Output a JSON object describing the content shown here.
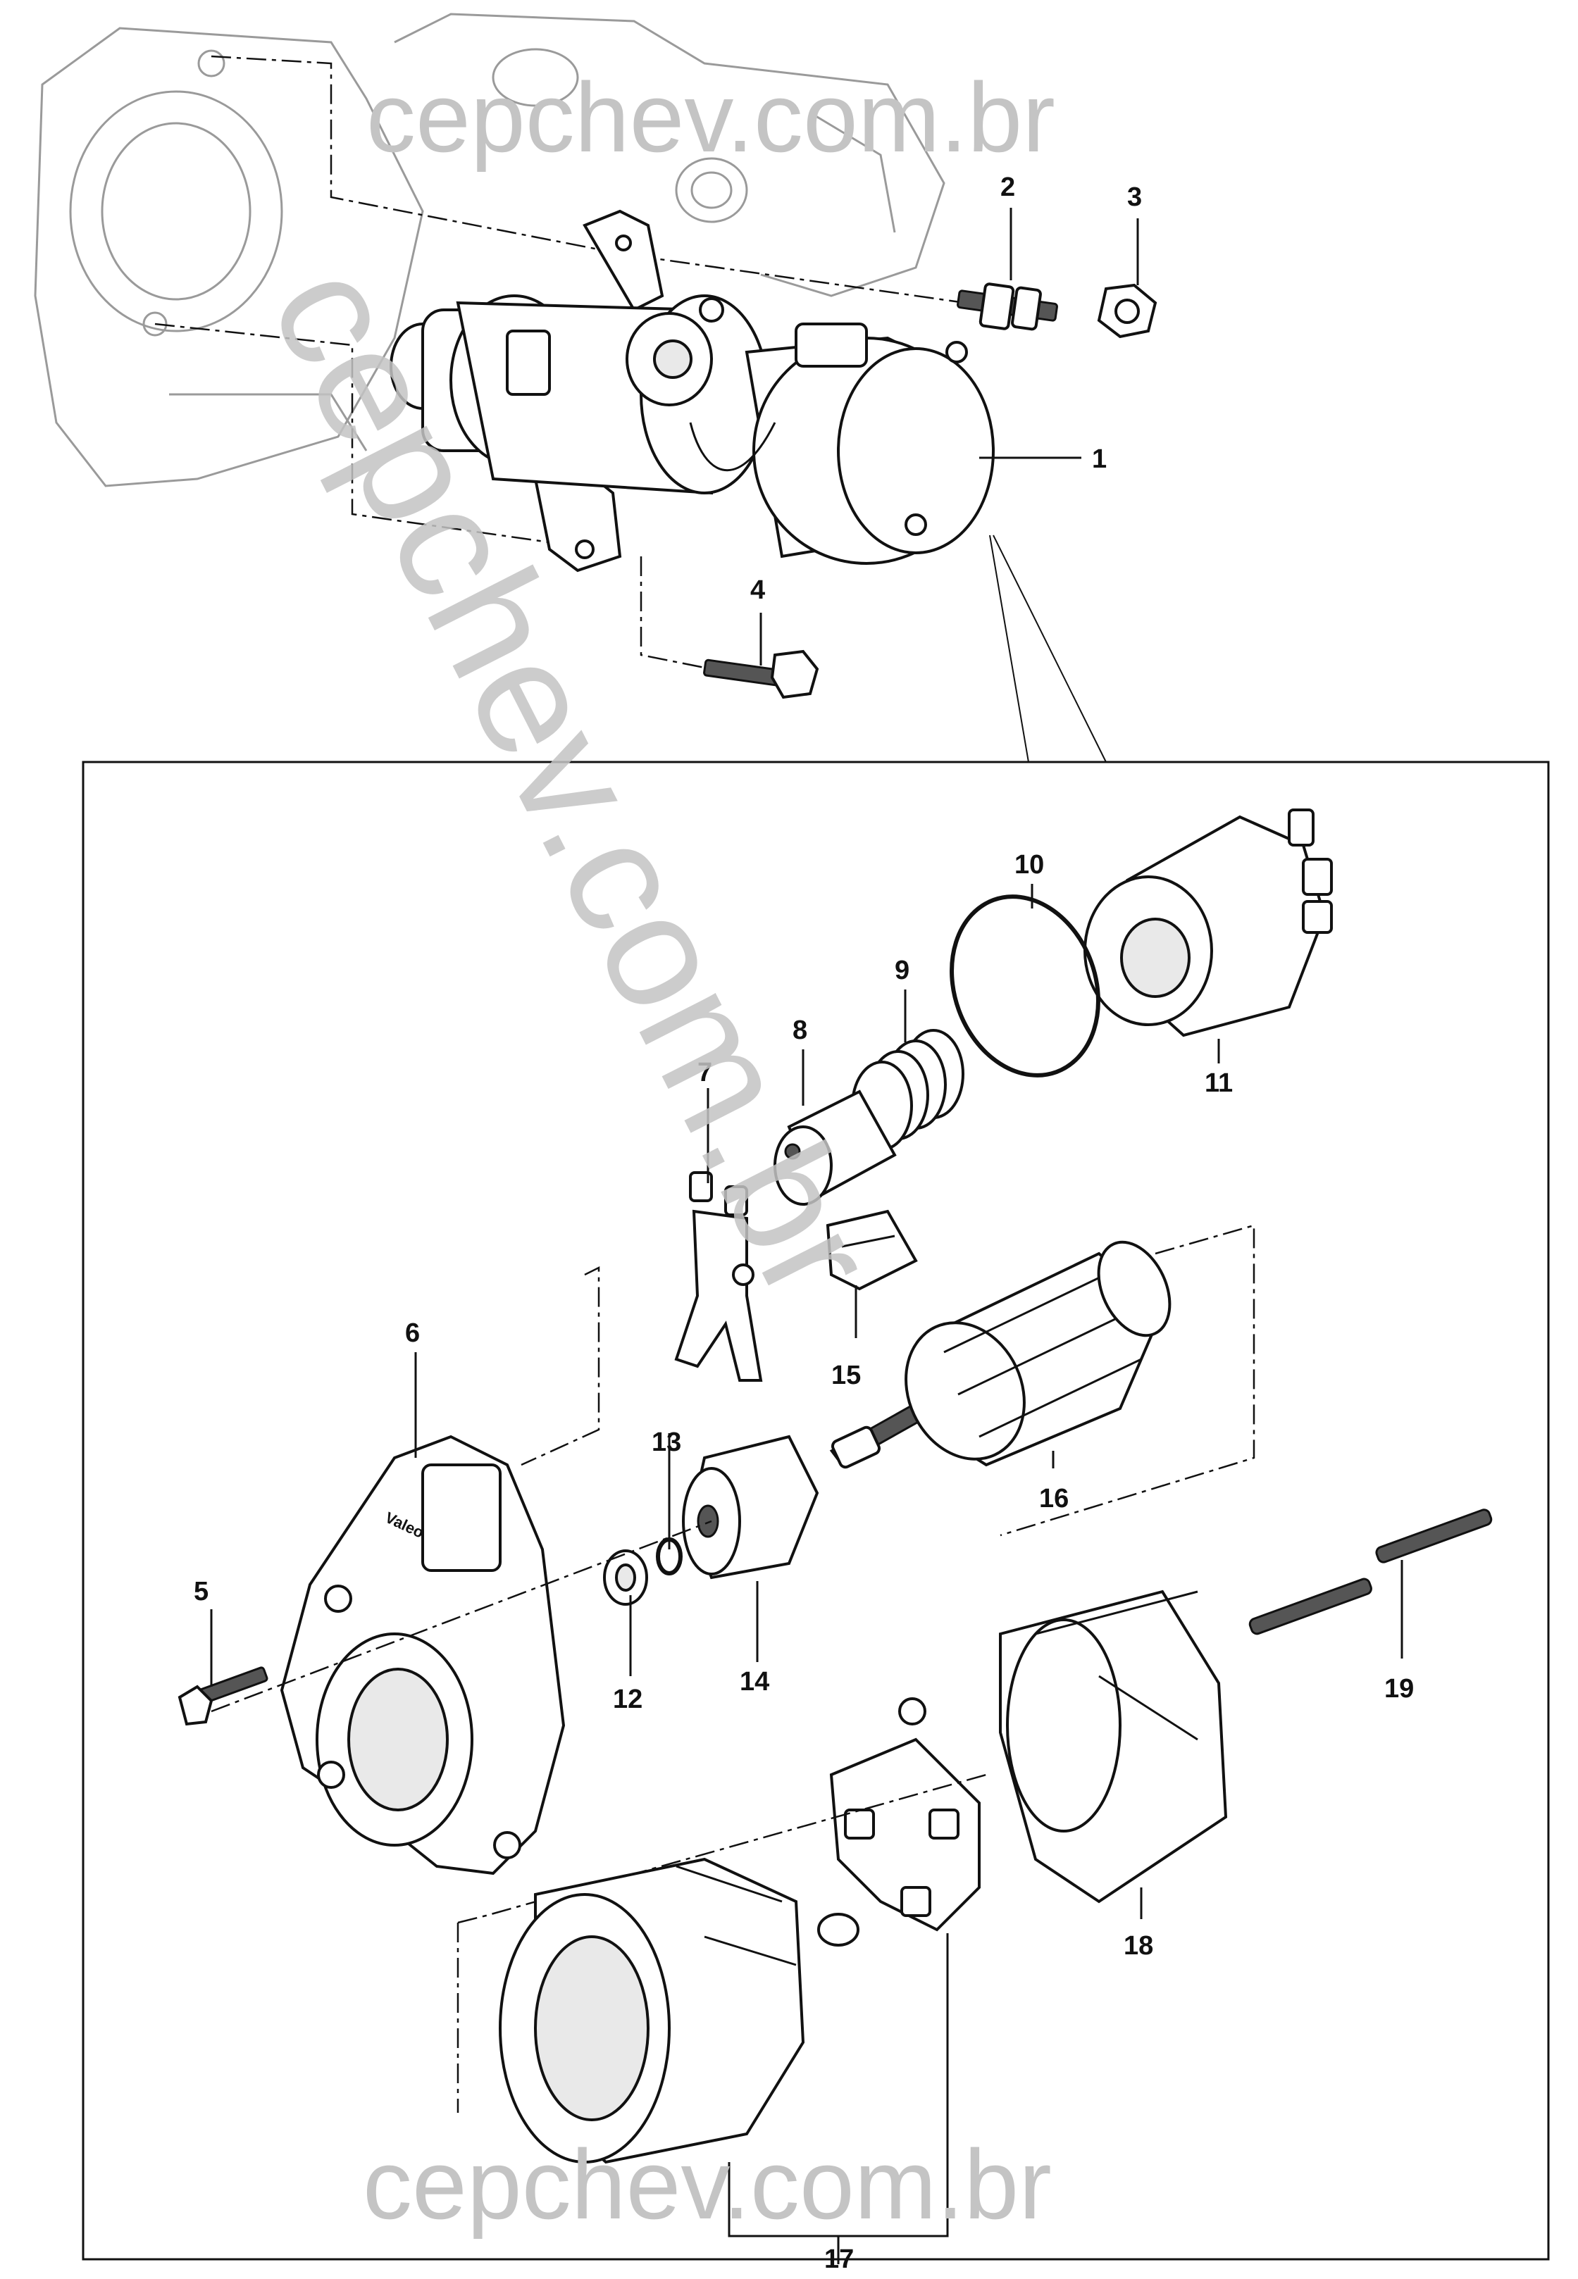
{
  "diagram": {
    "watermark_top": "cepchev.com.br",
    "watermark_diagonal": "cepchev.com.br",
    "watermark_bottom": "cepchev.com.br",
    "brand_mark": "Valeo",
    "callouts": [
      {
        "id": "1",
        "label": "1"
      },
      {
        "id": "2",
        "label": "2"
      },
      {
        "id": "3",
        "label": "3"
      },
      {
        "id": "4",
        "label": "4"
      },
      {
        "id": "5",
        "label": "5"
      },
      {
        "id": "6",
        "label": "6"
      },
      {
        "id": "7",
        "label": "7"
      },
      {
        "id": "8",
        "label": "8"
      },
      {
        "id": "9",
        "label": "9"
      },
      {
        "id": "10",
        "label": "10"
      },
      {
        "id": "11",
        "label": "11"
      },
      {
        "id": "12",
        "label": "12"
      },
      {
        "id": "13",
        "label": "13"
      },
      {
        "id": "14",
        "label": "14"
      },
      {
        "id": "15",
        "label": "15"
      },
      {
        "id": "16",
        "label": "16"
      },
      {
        "id": "17",
        "label": "17"
      },
      {
        "id": "18",
        "label": "18"
      },
      {
        "id": "19",
        "label": "19"
      }
    ]
  }
}
